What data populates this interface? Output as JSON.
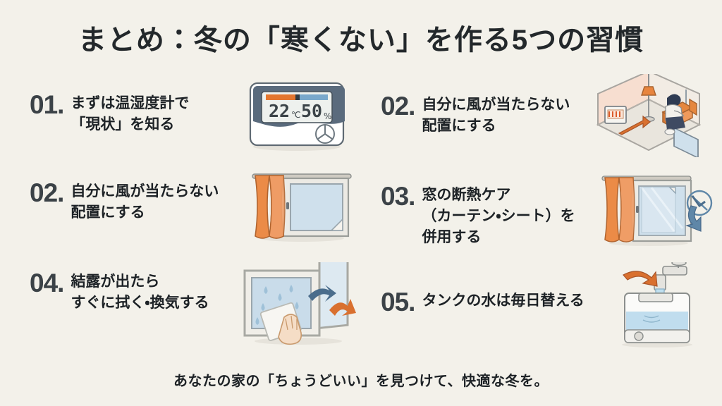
{
  "slide": {
    "title": "まとめ：冬の「寒くない」を作る5つの習慣",
    "footer": "あなたの家の「ちょうどいい」を見つけて、快適な冬を。",
    "background_color": "#f3f1ea",
    "accent_orange": "#e07b39",
    "accent_blue": "#6f9ec4",
    "number_color": "#3b4247",
    "text_color": "#1d2226"
  },
  "items": [
    {
      "number": "01.",
      "text": "まずは温湿度計で\n「現状」を知る",
      "illustration": "thermo-hygrometer-icon",
      "column": "left"
    },
    {
      "number": "02.",
      "text": "自分に風が当たらない\n配置にする",
      "illustration": "curtain-window-icon",
      "column": "left"
    },
    {
      "number": "04.",
      "text": "結露が出たら\nすぐに拭く・換気する",
      "illustration": "condensation-wipe-icon",
      "column": "left"
    },
    {
      "number": "02.",
      "text": "自分に風が当たらない\n配置にする",
      "illustration": "room-heater-isometric-icon",
      "column": "right"
    },
    {
      "number": "03.",
      "text": "窓の断熱ケア\n（カーテン・シート）を\n併用する",
      "illustration": "window-insulation-sheet-icon",
      "column": "right"
    },
    {
      "number": "05.",
      "text": "タンクの水は毎日替える",
      "illustration": "humidifier-tank-icon",
      "column": "right"
    }
  ],
  "thermometer_display": {
    "temperature": "22",
    "temperature_unit": "℃",
    "humidity": "50",
    "humidity_unit": "%",
    "bar_left_color": "#e4762f",
    "bar_right_color": "#79a8cc"
  }
}
